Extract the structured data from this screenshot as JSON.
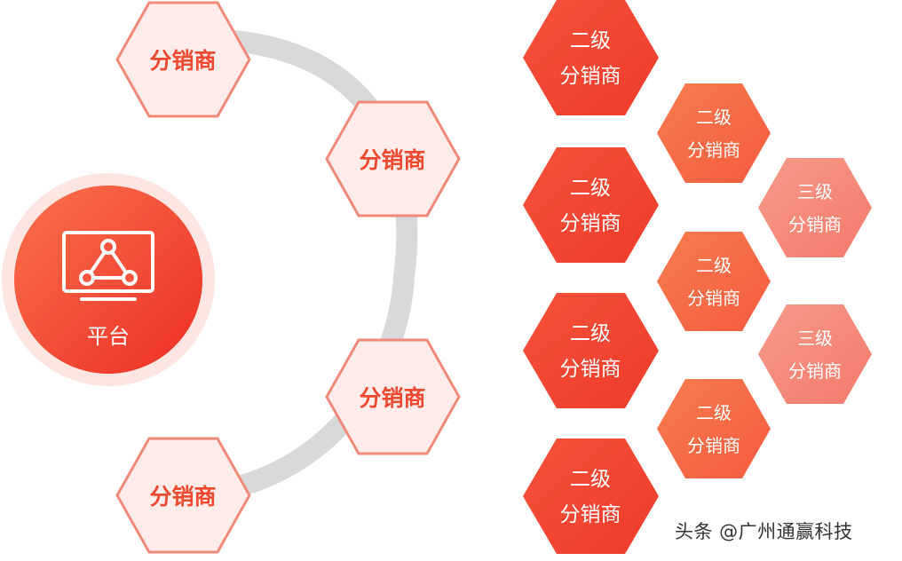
{
  "platform": {
    "label": "平台",
    "icon": "monitor-network-icon"
  },
  "distributors": [
    {
      "label": "分销商"
    },
    {
      "label": "分销商"
    },
    {
      "label": "分销商"
    },
    {
      "label": "分销商"
    }
  ],
  "level2": [
    {
      "line1": "二级",
      "line2": "分销商"
    },
    {
      "line1": "二级",
      "line2": "分销商"
    },
    {
      "line1": "二级",
      "line2": "分销商"
    },
    {
      "line1": "二级",
      "line2": "分销商"
    },
    {
      "line1": "二级",
      "line2": "分销商"
    },
    {
      "line1": "二级",
      "line2": "分销商"
    },
    {
      "line1": "二级",
      "line2": "分销商"
    }
  ],
  "level3": [
    {
      "line1": "三级",
      "line2": "分销商"
    },
    {
      "line1": "三级",
      "line2": "分销商"
    }
  ],
  "watermark": "头条 @广州通赢科技",
  "colors": {
    "primary": "#f2442f",
    "secondary": "#f76a45",
    "tertiary": "#f6877a",
    "outline_hex_border": "#f08a77",
    "outline_hex_fill": "#fdecea",
    "arc": "#d9d9db"
  }
}
